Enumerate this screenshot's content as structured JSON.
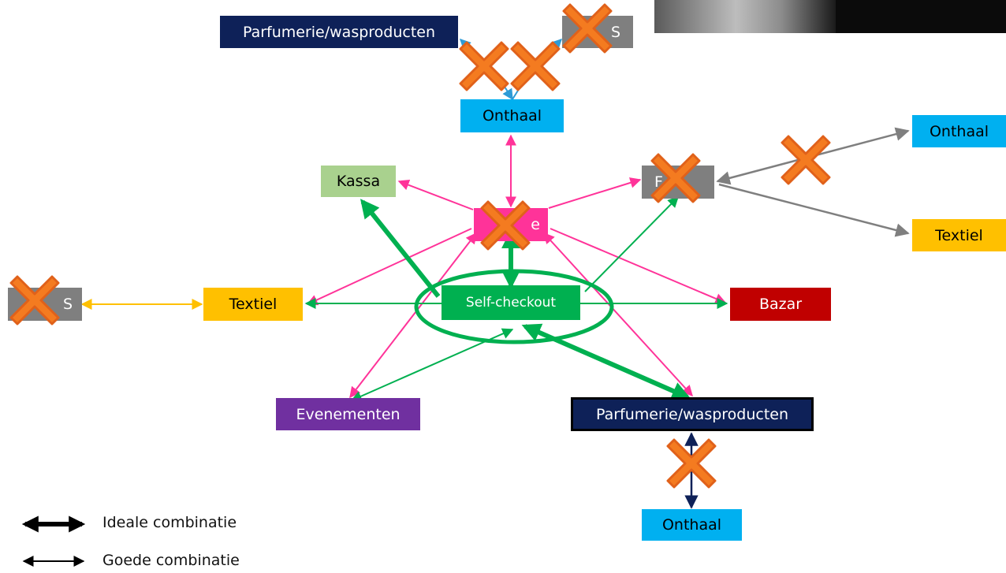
{
  "colors": {
    "navy": "#0e2158",
    "gray": "#7f7f7f",
    "cyan": "#00b0f0",
    "green": "#00b050",
    "lightgreen": "#a9d18e",
    "pink": "#ff3399",
    "yellow": "#ffc000",
    "red": "#c00000",
    "purple": "#7030a0",
    "cross": "#f47b20",
    "cross_edge": "#e0611a"
  },
  "nodes": {
    "parfumerie_top": "Parfumerie/wasproducten",
    "gray_top_fragment": "S",
    "onthaal_top": "Onthaal",
    "kassa": "Kassa",
    "pink_center_fragment": "e",
    "gray_right_fragment": "F",
    "onthaal_right": "Onthaal",
    "textiel_right": "Textiel",
    "gray_left_fragment": "S",
    "textiel_left": "Textiel",
    "self_checkout": "Self-checkout",
    "bazar": "Bazar",
    "evenementen": "Evenementen",
    "parfumerie_bottom": "Parfumerie/wasproducten",
    "onthaal_bottom": "Onthaal"
  },
  "legend": {
    "ideal": "Ideale combinatie",
    "good": "Goede combinatie"
  }
}
